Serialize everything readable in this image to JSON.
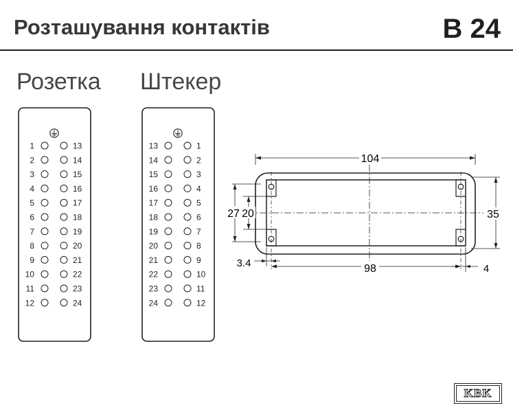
{
  "header": {
    "title": "Розташування контактів",
    "code": "B 24"
  },
  "socket": {
    "label": "Розетка",
    "left_numbers": [
      "1",
      "2",
      "3",
      "4",
      "5",
      "6",
      "7",
      "8",
      "9",
      "10",
      "11",
      "12"
    ],
    "right_numbers": [
      "13",
      "14",
      "15",
      "16",
      "17",
      "18",
      "19",
      "20",
      "21",
      "22",
      "23",
      "24"
    ]
  },
  "plug": {
    "label": "Штекер",
    "left_numbers": [
      "13",
      "14",
      "15",
      "16",
      "17",
      "18",
      "19",
      "20",
      "21",
      "22",
      "23",
      "24"
    ],
    "right_numbers": [
      "1",
      "2",
      "3",
      "4",
      "5",
      "6",
      "7",
      "8",
      "9",
      "10",
      "11",
      "12"
    ]
  },
  "dimensions": {
    "overall_width": "104",
    "hole_spacing": "98",
    "outer_height": "27",
    "inner_height": "20",
    "right_height": "35",
    "left_offset": "3.4",
    "right_offset": "4"
  },
  "logo": {
    "text": "KBK"
  },
  "icons": {
    "ground": "ground-icon"
  }
}
